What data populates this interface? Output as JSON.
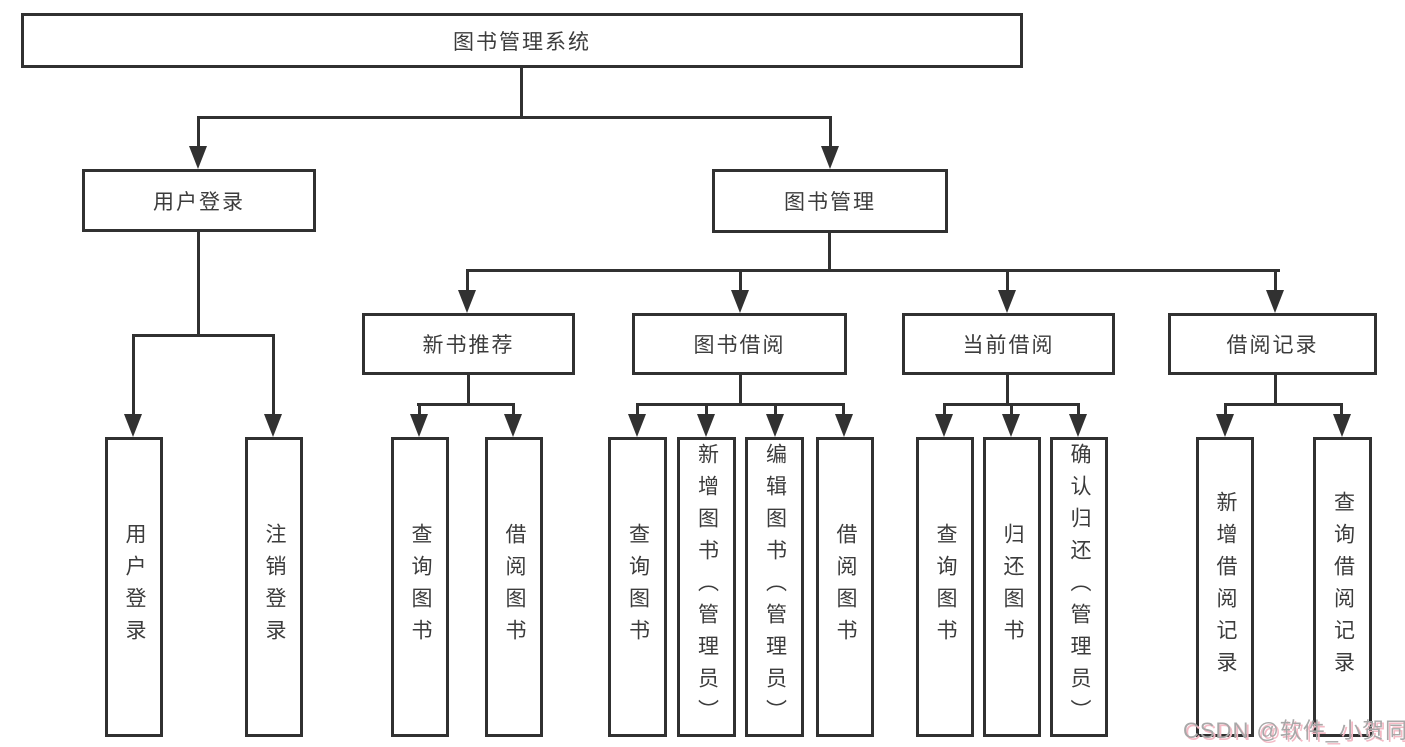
{
  "tree": {
    "root": {
      "label": "图书管理系统"
    },
    "branches": [
      {
        "label": "用户登录",
        "children": [
          {
            "label": "用户登录"
          },
          {
            "label": "注销登录"
          }
        ]
      },
      {
        "label": "图书管理",
        "children": [
          {
            "label": "新书推荐",
            "children": [
              {
                "label": "查询图书"
              },
              {
                "label": "借阅图书"
              }
            ]
          },
          {
            "label": "图书借阅",
            "children": [
              {
                "label": "查询图书"
              },
              {
                "label": "新增图书（管理员）"
              },
              {
                "label": "编辑图书（管理员）"
              },
              {
                "label": "借阅图书"
              }
            ]
          },
          {
            "label": "当前借阅",
            "children": [
              {
                "label": "查询图书"
              },
              {
                "label": "归还图书"
              },
              {
                "label": "确认归还（管理员）"
              }
            ]
          },
          {
            "label": "借阅记录",
            "children": [
              {
                "label": "新增借阅记录"
              },
              {
                "label": "查询借阅记录"
              }
            ]
          }
        ]
      }
    ]
  },
  "watermark": {
    "text": "CSDN @软件_小贺同学"
  },
  "colors": {
    "line": "#313131",
    "text": "#3c3c3c",
    "background": "#ffffff",
    "watermark_gray": "#a8a8a8",
    "watermark_pink": "#f3bac5"
  }
}
